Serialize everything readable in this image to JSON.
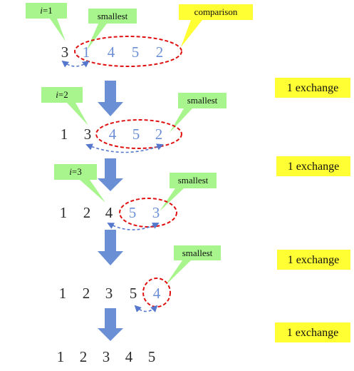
{
  "colors": {
    "sorted_digit": "#2b2b2b",
    "unsorted_digit": "#6b8fd6",
    "callout_green": "#a7f58c",
    "callout_yellow": "#ffff33",
    "ellipse_red": "#e01010",
    "swap_arrow": "#5577cc",
    "down_arrow": "#6a8fd4"
  },
  "top_callouts": {
    "i1": "i=1",
    "smallest": "smallest",
    "comparison": "comparison"
  },
  "steps": [
    {
      "label": "i=2",
      "label_var": "i",
      "label_val": "=2",
      "smallest": "smallest",
      "exchange": "1 exchange"
    },
    {
      "label": "i=3",
      "label_var": "i",
      "label_val": "=3",
      "smallest": "smallest",
      "exchange": "1 exchange"
    },
    {
      "smallest": "smallest",
      "exchange": "1 exchange"
    },
    {
      "exchange": "1 exchange"
    }
  ],
  "rows": [
    {
      "sorted": [
        "3"
      ],
      "unsorted": [
        "1",
        "4",
        "5",
        "2"
      ]
    },
    {
      "sorted": [
        "1",
        "3"
      ],
      "unsorted": [
        "4",
        "5",
        "2"
      ]
    },
    {
      "sorted": [
        "1",
        "2",
        "4"
      ],
      "unsorted": [
        "5",
        "3"
      ]
    },
    {
      "sorted": [
        "1",
        "2",
        "3",
        "5"
      ],
      "unsorted": [
        "4"
      ]
    },
    {
      "sorted": [
        "1",
        "2",
        "3",
        "4",
        "5"
      ],
      "unsorted": []
    }
  ]
}
